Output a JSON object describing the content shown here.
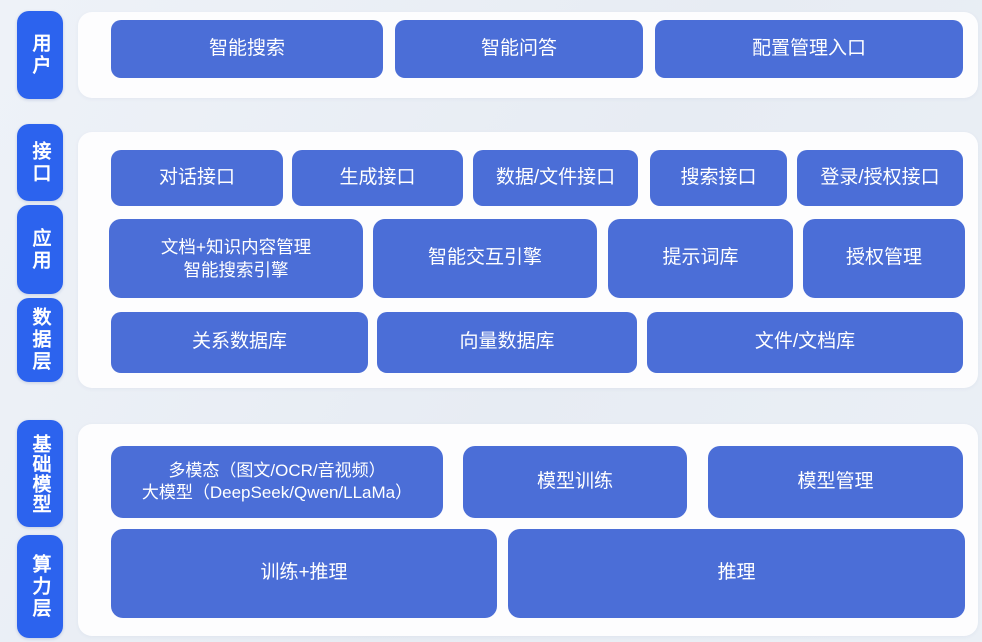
{
  "colors": {
    "background": "#e9edf4",
    "panel": "#fdfdfe",
    "layer_pill_blue": "#2c63ee",
    "node_blue": "#4b6ed7",
    "text_white": "#ffffff"
  },
  "sections": [
    {
      "name": "user-layer",
      "pills": [
        {
          "label": "用户"
        }
      ],
      "rows": [
        {
          "buttons": [
            {
              "label": "智能搜索"
            },
            {
              "label": "智能问答"
            },
            {
              "label": "配置管理入口"
            }
          ]
        }
      ]
    },
    {
      "name": "platform-layer",
      "pills": [
        {
          "label": "接口"
        },
        {
          "label": "应用"
        },
        {
          "label": "数据层"
        }
      ],
      "rows": [
        {
          "buttons": [
            {
              "label": "对话接口"
            },
            {
              "label": "生成接口"
            },
            {
              "label": "数据/文件接口"
            },
            {
              "label": "搜索接口"
            },
            {
              "label": "登录/授权接口"
            }
          ]
        },
        {
          "buttons": [
            {
              "line1": "文档+知识内容管理",
              "line2": "智能搜索引擎"
            },
            {
              "label": "智能交互引擎"
            },
            {
              "label": "提示词库"
            },
            {
              "label": "授权管理"
            }
          ]
        },
        {
          "buttons": [
            {
              "label": "关系数据库"
            },
            {
              "label": "向量数据库"
            },
            {
              "label": "文件/文档库"
            }
          ]
        }
      ]
    },
    {
      "name": "model-layer",
      "pills": [
        {
          "label": "基础模型"
        },
        {
          "label": "算力层"
        }
      ],
      "rows": [
        {
          "buttons": [
            {
              "line1": "多模态（图文/OCR/音视频）",
              "line2": "大模型（DeepSeek/Qwen/LLaMa）"
            },
            {
              "label": "模型训练"
            },
            {
              "label": "模型管理"
            }
          ]
        },
        {
          "buttons": [
            {
              "label": "训练+推理"
            },
            {
              "label": "推理"
            }
          ]
        }
      ]
    }
  ]
}
